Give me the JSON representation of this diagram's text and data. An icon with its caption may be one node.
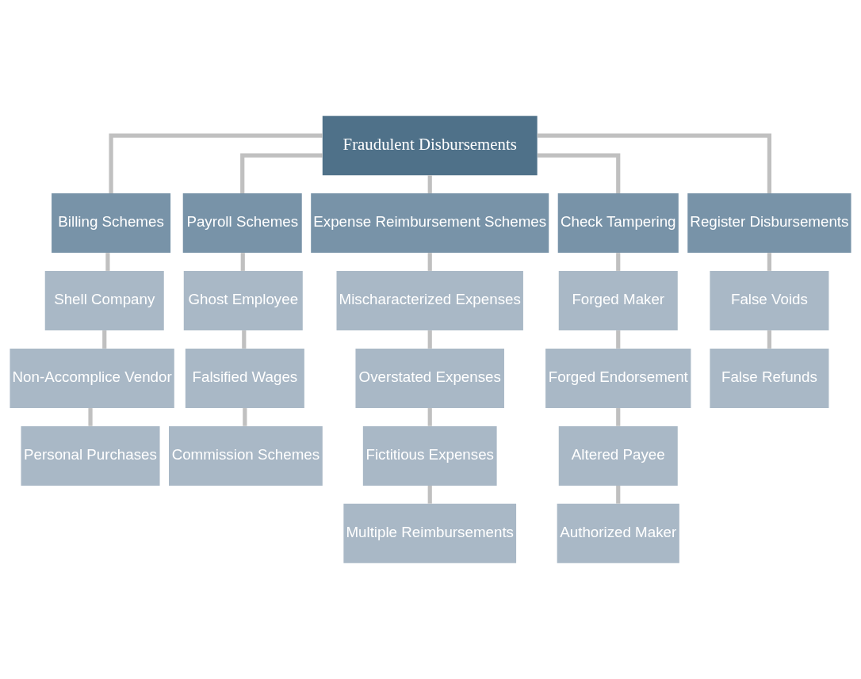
{
  "diagram": {
    "nodes": [
      {
        "text": [
          "Fraudulent Disbursements"
        ]
      },
      {
        "text": [
          "Billing Schemes"
        ]
      },
      {
        "text": [
          "Payroll Schemes"
        ]
      },
      {
        "text": [
          "Expense Reimbursement Schemes"
        ]
      },
      {
        "text": [
          "Check Tampering"
        ]
      },
      {
        "text": [
          "Register Disbursements"
        ]
      },
      {
        "text": [
          "Shell Company"
        ]
      },
      {
        "text": [
          "Ghost Employee"
        ]
      },
      {
        "text": [
          "Mischaracterized Expenses"
        ]
      },
      {
        "text": [
          "Forged Maker"
        ]
      },
      {
        "text": [
          "False Voids"
        ]
      },
      {
        "text": [
          "Non-Accomplice Vendor"
        ]
      },
      {
        "text": [
          "Falsified Wages"
        ]
      },
      {
        "text": [
          "Overstated Expenses"
        ]
      },
      {
        "text": [
          "Forged Endorsement"
        ]
      },
      {
        "text": [
          "False Refunds"
        ]
      },
      {
        "text": [
          "Personal Purchases"
        ]
      },
      {
        "text": [
          "Commission Schemes"
        ]
      },
      {
        "text": [
          "Fictitious Expenses"
        ]
      },
      {
        "text": [
          "Altered Payee"
        ]
      },
      {
        "text": [
          "Multiple Reimbursements"
        ]
      },
      {
        "text": [
          "Authorized Maker"
        ]
      }
    ],
    "edges": [
      {
        "from": 0,
        "to": 1,
        "arrow": "none"
      },
      {
        "from": 0,
        "to": 2,
        "arrow": "none"
      },
      {
        "from": 0,
        "to": 3,
        "arrow": "none"
      },
      {
        "from": 0,
        "to": 4,
        "arrow": "none"
      },
      {
        "from": 0,
        "to": 5,
        "arrow": "none"
      },
      {
        "from": 1,
        "to": 6,
        "arrow": "none"
      },
      {
        "from": 6,
        "to": 11,
        "arrow": "none"
      },
      {
        "from": 11,
        "to": 16,
        "arrow": "none"
      },
      {
        "from": 2,
        "to": 7,
        "arrow": "none"
      },
      {
        "from": 7,
        "to": 12,
        "arrow": "none"
      },
      {
        "from": 12,
        "to": 17,
        "arrow": "none"
      },
      {
        "from": 3,
        "to": 8,
        "arrow": "none"
      },
      {
        "from": 8,
        "to": 13,
        "arrow": "none"
      },
      {
        "from": 13,
        "to": 18,
        "arrow": "none"
      },
      {
        "from": 18,
        "to": 20,
        "arrow": "none"
      },
      {
        "from": 4,
        "to": 9,
        "arrow": "none"
      },
      {
        "from": 9,
        "to": 14,
        "arrow": "none"
      },
      {
        "from": 14,
        "to": 19,
        "arrow": "none"
      },
      {
        "from": 19,
        "to": 21,
        "arrow": "none"
      },
      {
        "from": 5,
        "to": 10,
        "arrow": "none"
      },
      {
        "from": 10,
        "to": 15,
        "arrow": "none"
      }
    ]
  }
}
